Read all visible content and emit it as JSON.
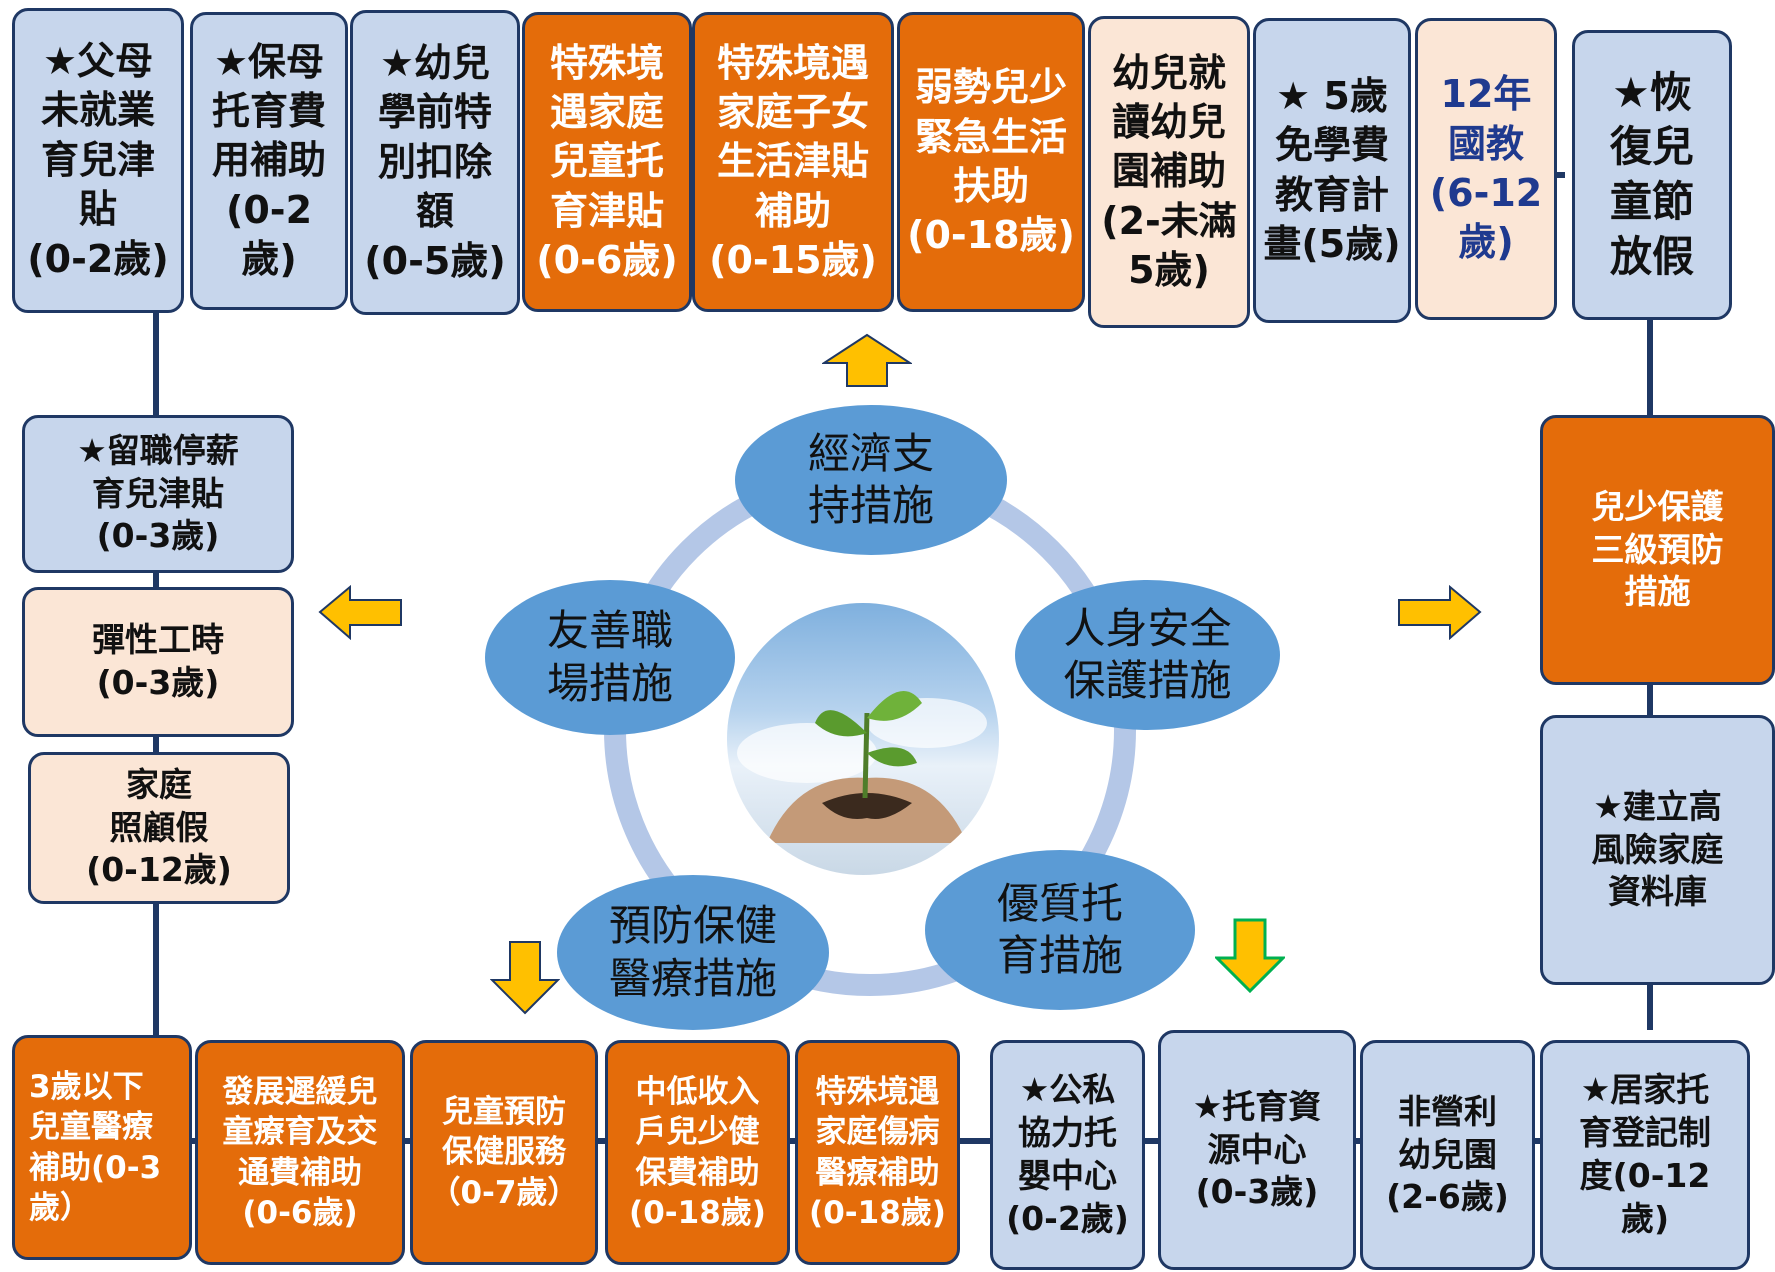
{
  "colors": {
    "line": "#1f3864",
    "blue_box": "#c7d6ec",
    "orange_box": "#e46c0a",
    "peach_box": "#fbe6d6",
    "ellipse": "#5b9bd5",
    "ring": "#b4c7e7",
    "arrow_yellow": "#ffc000",
    "arrow_green_border": "#00b050"
  },
  "center": {
    "photo_icon": "seedling-in-hands-photo",
    "ellipses": {
      "economic": "經濟支\n持措施",
      "safety": "人身安全\n保護措施",
      "childcare": "優質托\n育措施",
      "health": "預防保健\n醫療措施",
      "workplace": "友善職\n場措施"
    }
  },
  "top_boxes": [
    "★父母\n未就業\n育兒津\n貼\n(0-2歲)",
    "★保母\n托育費\n用補助\n(0-2歲)",
    "★幼兒\n學前特\n別扣除\n額\n(0-5歲)",
    "特殊境\n遇家庭\n兒童托\n育津貼\n(0-6歲)",
    "特殊境遇\n家庭子女\n生活津貼\n補助\n(0-15歲)",
    "弱勢兒少\n緊急生活\n扶助\n(0-18歲)",
    "幼兒就\n讀幼兒\n園補助\n(2-未滿\n5歲)",
    "★ 5歲\n免學費\n教育計\n畫(5歲)",
    "12年\n國教\n(6-12\n歲)",
    "★恢\n復兒\n童節\n放假"
  ],
  "left_boxes": [
    "★留職停薪\n育兒津貼\n(0-3歲)",
    "彈性工時\n(0-3歲)",
    "家庭\n照顧假\n(0-12歲)"
  ],
  "right_boxes": [
    "兒少保護\n三級預防\n措施",
    "★建立高\n風險家庭\n資料庫"
  ],
  "bottom_boxes": [
    "3歲以下\n兒童醫療\n補助(0-3\n歲）",
    "發展遲緩兒\n童療育及交\n通費補助\n(0-6歲)",
    "兒童預防\n保健服務\n（0-7歲）",
    "中低收入\n戶兒少健\n保費補助\n(0-18歲)",
    "特殊境遇\n家庭傷病\n醫療補助\n(0-18歲)",
    "★公私\n協力托\n嬰中心\n(0-2歲)",
    "★托育資\n源中心\n(0-3歲)",
    "非營利\n幼兒園\n(2-6歲)",
    "★居家托\n育登記制\n度(0-12\n歲)"
  ]
}
